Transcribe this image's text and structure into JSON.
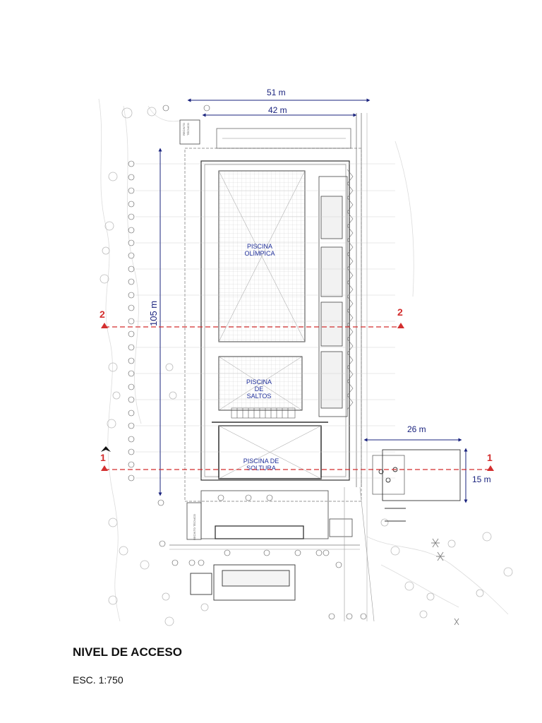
{
  "dimensions": {
    "width_51": "51 m",
    "width_42": "42 m",
    "length_105": "105 m",
    "annex_width": "26 m",
    "annex_depth": "15 m"
  },
  "rooms": {
    "olimpica": [
      "PISCINA",
      "OLÍMPICA"
    ],
    "saltos": [
      "PISCINA",
      "DE",
      "SALTOS"
    ],
    "soltura": [
      "PISCINA DE",
      "SOLTURA"
    ]
  },
  "sections": {
    "section_1": "1",
    "section_2": "2"
  },
  "labels": {
    "recinto_tecnico_top": [
      "RECINTO",
      "TÉCNICO"
    ],
    "recinto_tecnico_bottom": "RECINTO TÉCNICO"
  },
  "title": "NIVEL DE ACCESO",
  "scale": "ESC. 1:750",
  "colors": {
    "dimension": "#1a237e",
    "section_line": "#d32f2f",
    "room_label": "#1f2f9a",
    "linework": "#333333"
  }
}
